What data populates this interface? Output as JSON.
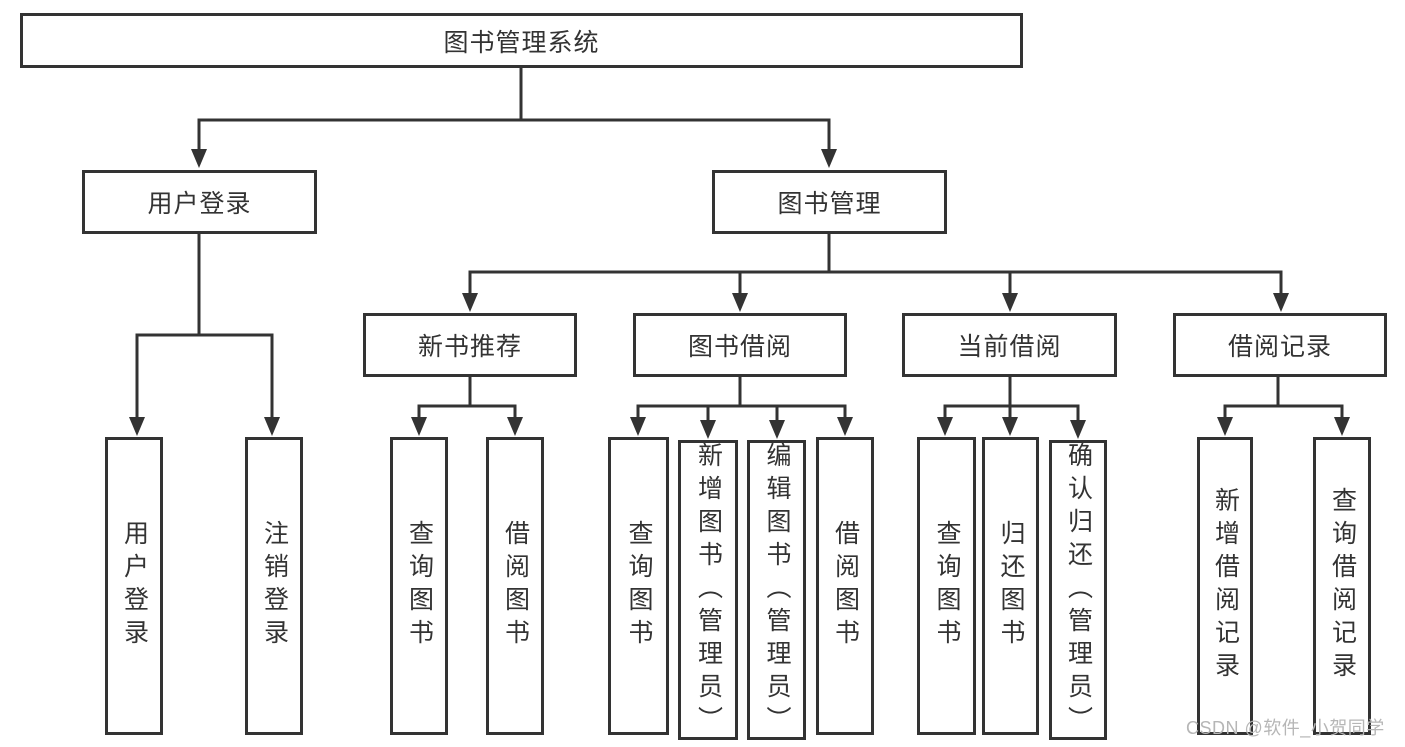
{
  "diagram": {
    "root": "图书管理系统",
    "level2": [
      {
        "label": "用户登录"
      },
      {
        "label": "图书管理"
      }
    ],
    "level3": [
      {
        "label": "新书推荐",
        "parent": "图书管理"
      },
      {
        "label": "图书借阅",
        "parent": "图书管理"
      },
      {
        "label": "当前借阅",
        "parent": "图书管理"
      },
      {
        "label": "借阅记录",
        "parent": "图书管理"
      }
    ],
    "leaves": [
      {
        "label": "用户登录",
        "parent": "用户登录"
      },
      {
        "label": "注销登录",
        "parent": "用户登录"
      },
      {
        "label": "查询图书",
        "parent": "新书推荐"
      },
      {
        "label": "借阅图书",
        "parent": "新书推荐"
      },
      {
        "label": "查询图书",
        "parent": "图书借阅"
      },
      {
        "label": "新增图书（管理员）",
        "parent": "图书借阅"
      },
      {
        "label": "编辑图书（管理员）",
        "parent": "图书借阅"
      },
      {
        "label": "借阅图书",
        "parent": "图书借阅"
      },
      {
        "label": "查询图书",
        "parent": "当前借阅"
      },
      {
        "label": "归还图书",
        "parent": "当前借阅"
      },
      {
        "label": "确认归还（管理员）",
        "parent": "当前借阅"
      },
      {
        "label": "新增借阅记录",
        "parent": "借阅记录"
      },
      {
        "label": "查询借阅记录",
        "parent": "借阅记录"
      }
    ]
  },
  "watermark": "CSDN @软件_小贺同学",
  "colors": {
    "line": "#333333",
    "text": "#333333",
    "watermark": "#b6b6b6",
    "background": "#ffffff"
  }
}
